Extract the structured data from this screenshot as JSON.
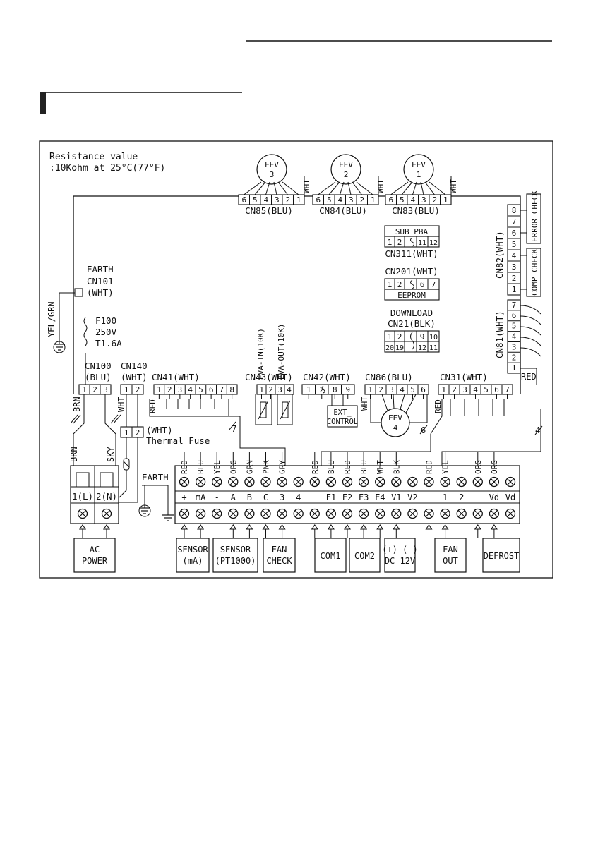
{
  "header": {
    "rule_color": "#111111",
    "tab_color": "#222222"
  },
  "notes": {
    "resistance_line1": "Resistance value",
    "resistance_line2": ":10Kohm at 25°C(77°F)"
  },
  "eev": {
    "label": "EEV",
    "motors": [
      {
        "number": "3",
        "connector": "CN85(BLU)",
        "pins": [
          "6",
          "5",
          "4",
          "3",
          "2",
          "1"
        ],
        "wire": "WHT"
      },
      {
        "number": "2",
        "connector": "CN84(BLU)",
        "pins": [
          "6",
          "5",
          "4",
          "3",
          "2",
          "1"
        ],
        "wire": "WHT"
      },
      {
        "number": "1",
        "connector": "CN83(BLU)",
        "pins": [
          "6",
          "5",
          "4",
          "3",
          "2",
          "1"
        ],
        "wire": "WHT"
      }
    ],
    "eev4": {
      "number": "4",
      "wire": "WHT"
    }
  },
  "sub_pba": {
    "title": "SUB PBA",
    "pins": [
      "1",
      "2",
      "11",
      "12"
    ],
    "connector": "CN311(WHT)"
  },
  "eeprom": {
    "connector": "CN201(WHT)",
    "pins": [
      "1",
      "2",
      "6",
      "7"
    ],
    "title": "EEPROM"
  },
  "download": {
    "title": "DOWNLOAD",
    "connector": "CN21(BLK)",
    "row1": [
      "1",
      "2",
      "9",
      "10"
    ],
    "row2": [
      "20",
      "19",
      "12",
      "11"
    ]
  },
  "cn82": {
    "connector": "CN82(WHT)",
    "pins": [
      "8",
      "7",
      "6",
      "5",
      "4",
      "3",
      "2",
      "1"
    ],
    "error_check": "ERROR_CHECK",
    "comp_check": "COMP_CHECK"
  },
  "cn81": {
    "connector": "CN81(WHT)",
    "pins": [
      "7",
      "6",
      "5",
      "4",
      "3",
      "2",
      "1"
    ],
    "wire": "RED"
  },
  "earth_block": {
    "earth": "EARTH",
    "connector": "CN101",
    "color": "(WHT)",
    "wire": "YEL/GRN"
  },
  "fuse": {
    "name": "F100",
    "voltage": "250V",
    "rating": "T1.6A"
  },
  "cn100": {
    "connector": "CN100",
    "color": "(BLU)",
    "pins": [
      "1",
      "2",
      "3"
    ]
  },
  "cn140": {
    "connector": "CN140",
    "color": "(WHT)",
    "pins": [
      "1",
      "2"
    ]
  },
  "cn41": {
    "connector": "CN41(WHT)",
    "pins": [
      "1",
      "2",
      "3",
      "4",
      "5",
      "6",
      "7",
      "8"
    ],
    "wire": "RED"
  },
  "cn43": {
    "connector": "CN43(WHT)",
    "pins": [
      "1",
      "2",
      "3",
      "4"
    ],
    "eva_in": "EVA-IN(10K)",
    "eva_out": "EVA-OUT(10K)"
  },
  "cn42": {
    "connector": "CN42(WHT)",
    "pins": [
      "1",
      "2",
      "8",
      "9"
    ],
    "ext1": "EXT_",
    "ext2": "CONTROL"
  },
  "cn86": {
    "connector": "CN86(BLU)",
    "pins": [
      "1",
      "2",
      "3",
      "4",
      "5",
      "6"
    ]
  },
  "cn31": {
    "connector": "CN31(WHT)",
    "pins": [
      "1",
      "2",
      "3",
      "4",
      "5",
      "6",
      "7"
    ],
    "wire": "RED"
  },
  "thermal_fuse": {
    "pins": [
      "1",
      "2"
    ],
    "color": "(WHT)",
    "name": "Thermal Fuse"
  },
  "wires": {
    "brn": "BRN",
    "wht": "WHT",
    "sky": "SKY"
  },
  "bundles": {
    "seven": "7",
    "six": "6",
    "four": "4"
  },
  "ac_block": {
    "top": [
      "1(L)",
      "2(N)"
    ]
  },
  "earth2": "EARTH",
  "terminal": {
    "wire_colors": [
      "RED",
      "BLU",
      "YEL",
      "ORG",
      "GRN",
      "PNK",
      "GRY",
      "",
      "RED",
      "BLU",
      "RED",
      "BLU",
      "WHT",
      "BLK",
      "",
      "RED",
      "YEL",
      "",
      "ORG",
      "ORG"
    ],
    "labels": [
      "+",
      "mA",
      "-",
      "A",
      "B",
      "C",
      "3",
      "4",
      "",
      "F1",
      "F2",
      "F3",
      "F4",
      "V1",
      "V2",
      "",
      "1",
      "2",
      "",
      "Vd",
      "Vd"
    ]
  },
  "boxes": {
    "ac_power": [
      "AC",
      "POWER"
    ],
    "sensor_ma": [
      "SENSOR",
      "(mA)"
    ],
    "sensor_pt": [
      "SENSOR",
      "(PT1000)"
    ],
    "fan_check": [
      "FAN",
      "CHECK"
    ],
    "com1": [
      "COM1"
    ],
    "com2": [
      "COM2"
    ],
    "dc": [
      "(+) (-)",
      "DC 12V"
    ],
    "fan_out": [
      "FAN",
      "OUT"
    ],
    "defrost": [
      "DEFROST"
    ]
  }
}
